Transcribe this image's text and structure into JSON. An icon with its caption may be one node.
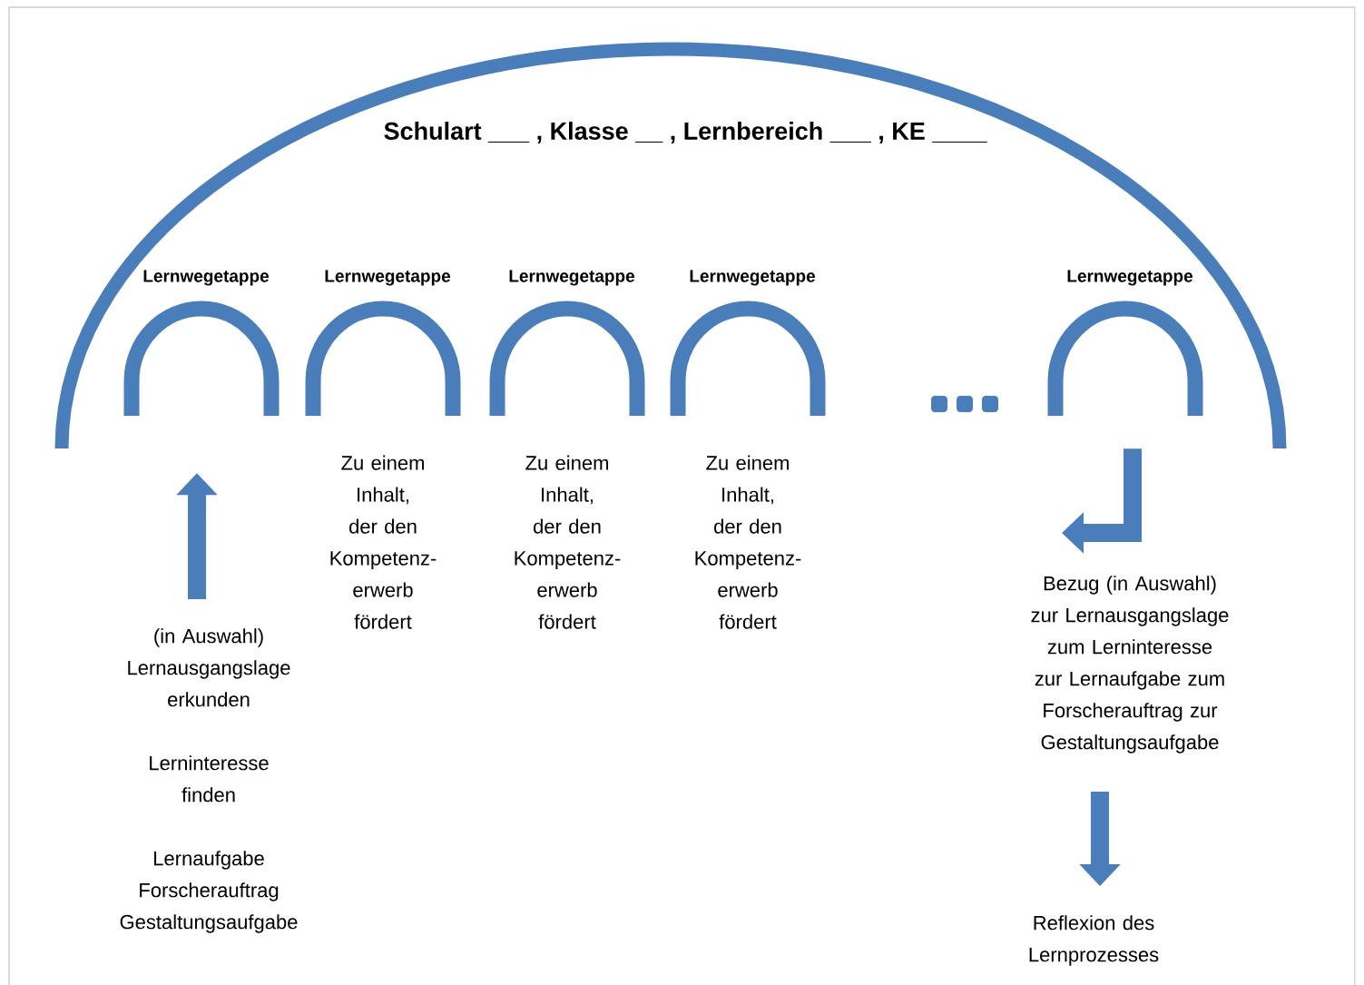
{
  "diagram": {
    "title": "Schulart ___ , Klasse __ , Lernbereich ___ , KE ____",
    "nodes": [
      {
        "text": [
          "Lernwegetappe"
        ]
      },
      {
        "text": [
          "Lernwegetappe"
        ],
        "beside": [
          "Zu einem Inhalt, der den Kompetenz-erwerb fördert"
        ]
      },
      {
        "text": [
          "Lernwegetappe"
        ],
        "beside": [
          "Zu einem Inhalt, der den Kompetenz-erwerb fördert"
        ]
      },
      {
        "text": [
          "Lernwegetappe"
        ],
        "beside": [
          "Zu einem Inhalt, der den Kompetenz-erwerb fördert"
        ]
      },
      {
        "text": [
          "Lernwegetappe"
        ]
      },
      {
        "text": [
          "(in Auswahl) Lernausgangslage erkunden",
          "Lerninteresse finden",
          "Lernaufgabe Forscherauftrag Gestaltungsaufgabe"
        ]
      },
      {
        "text": [
          "Bezug (in Auswahl) zur Lernausgangslage zum Lerninteresse zur Lernaufgabe zum Forscherauftrag zur Gestaltungsaufgabe"
        ]
      },
      {
        "text": [
          "Reflexion des Lernprozesses"
        ]
      }
    ],
    "edges": [
      {
        "from": 5,
        "to": 0,
        "arrow": "to"
      },
      {
        "from": 4,
        "to": 6,
        "arrow": "to"
      },
      {
        "from": 6,
        "to": 7,
        "arrow": "to"
      }
    ]
  }
}
